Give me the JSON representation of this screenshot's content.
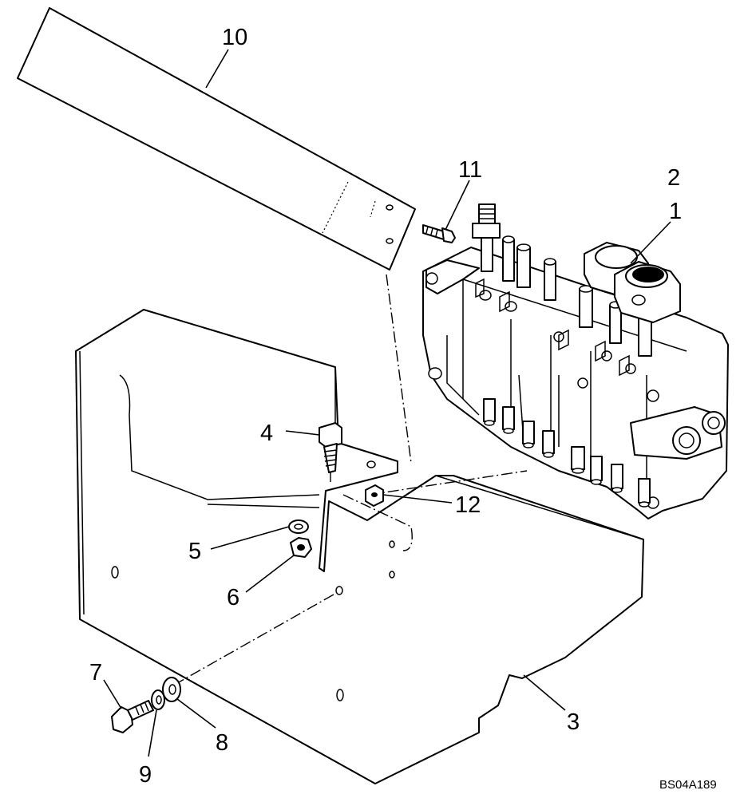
{
  "callouts": [
    {
      "id": "1",
      "label": "1"
    },
    {
      "id": "2",
      "label": "2"
    },
    {
      "id": "3",
      "label": "3"
    },
    {
      "id": "4",
      "label": "4"
    },
    {
      "id": "5",
      "label": "5"
    },
    {
      "id": "6",
      "label": "6"
    },
    {
      "id": "7",
      "label": "7"
    },
    {
      "id": "8",
      "label": "8"
    },
    {
      "id": "9",
      "label": "9"
    },
    {
      "id": "10",
      "label": "10"
    },
    {
      "id": "11",
      "label": "11"
    },
    {
      "id": "12",
      "label": "12"
    }
  ],
  "reference_code": "BS04A189"
}
